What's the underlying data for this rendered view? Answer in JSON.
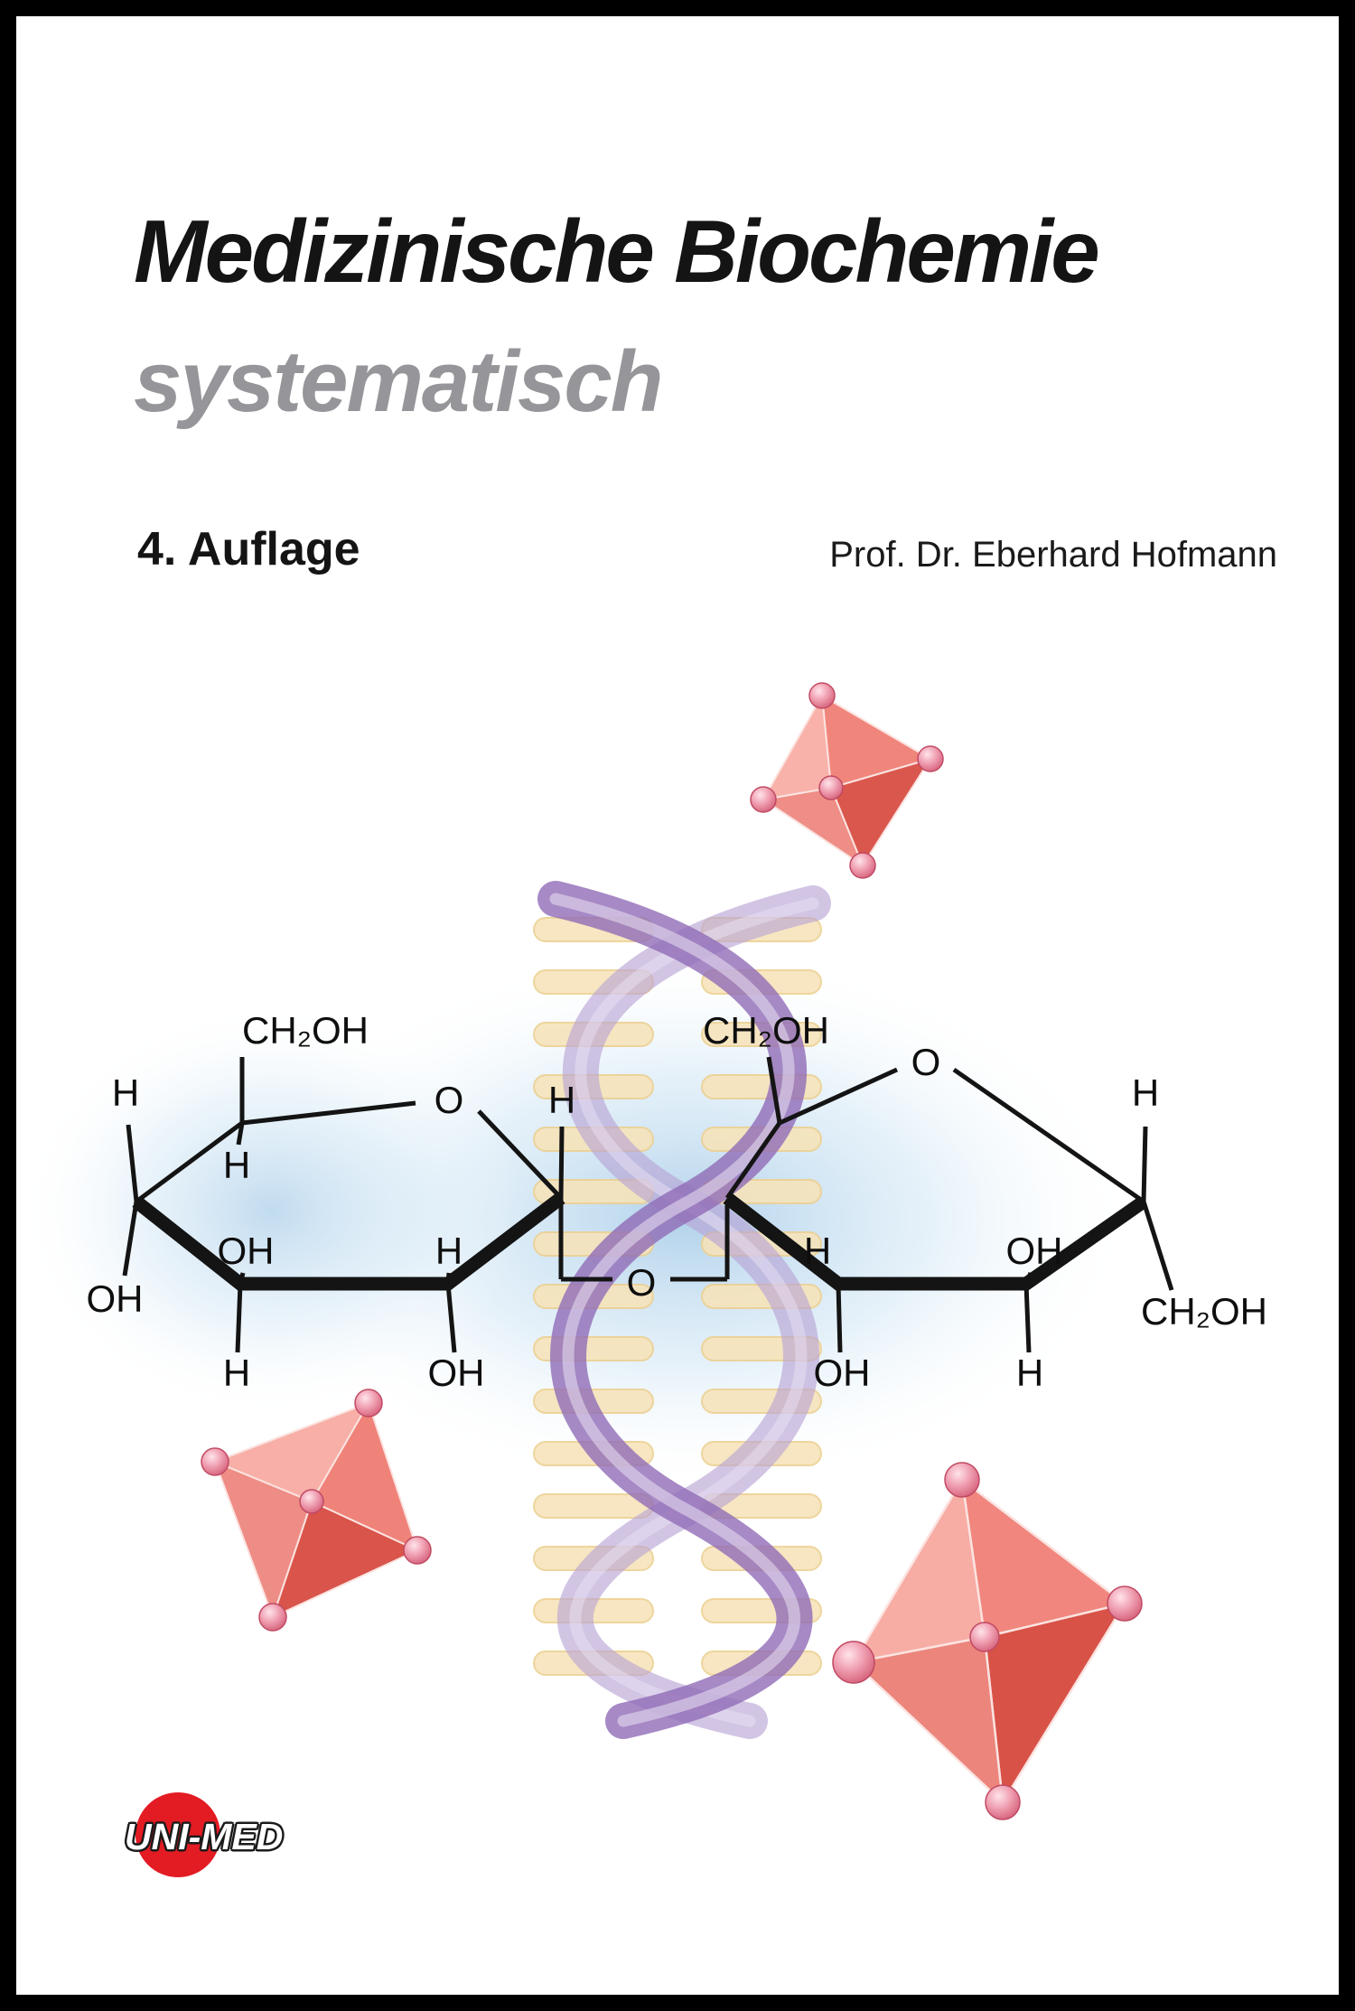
{
  "cover": {
    "title": "Medizinische Biochemie",
    "subtitle": "systematisch",
    "edition": "4. Auflage",
    "author": "Prof. Dr. Eberhard Hofmann",
    "publisher": "UNI-MED"
  },
  "molecule": {
    "labels": {
      "left_ch2oh": "CH₂OH",
      "left_h_top": "H",
      "left_ring_o": "O",
      "left_h_inner": "H",
      "left_oh_upper": "OH",
      "left_h_upper": "H",
      "left_oh_outer": "OH",
      "left_h_lower": "H",
      "left_oh_lower": "OH",
      "center_h": "H",
      "glycosidic_o": "O",
      "right_ch2oh_top": "CH₂OH",
      "right_ring_o": "O",
      "right_h_top": "H",
      "right_h_upper": "H",
      "right_oh_upper": "OH",
      "right_ch2oh_side": "CH₂OH",
      "right_oh_lower": "OH",
      "right_h_lower": "H"
    }
  },
  "colors": {
    "frame_black": "#000000",
    "title_black": "#141414",
    "subtitle_gray": "#96969a",
    "logo_red": "#e31b23",
    "crystal_red": "#e0574d",
    "helix_purple": "#906cb6",
    "glow_blue": "#9fc7e6",
    "membrane_tan": "#f6e3ba"
  }
}
